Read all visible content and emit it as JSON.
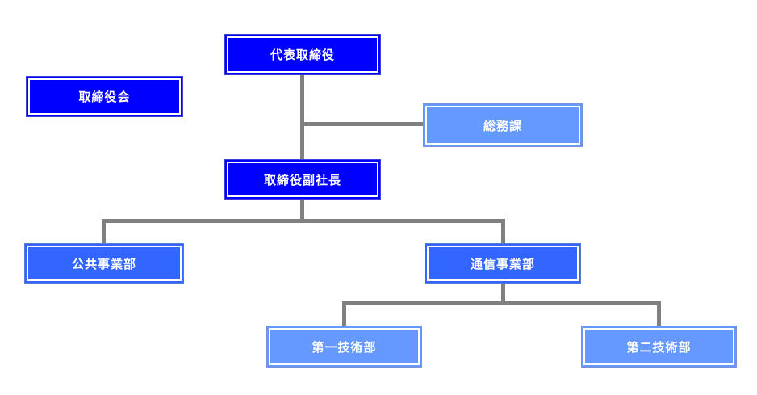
{
  "page": {
    "type": "organization-chart",
    "background": "#ffffff"
  },
  "colors": {
    "executive_box": "#0000ff",
    "division_box": "#3366ff",
    "section_box": "#6699ff",
    "box_text": "#ffffff",
    "box_inner_outline": "#ffffff",
    "connector_line": "#808080"
  },
  "nodes": {
    "president": {
      "label": "代表取締役",
      "level": "executive"
    },
    "board": {
      "label": "取締役会",
      "level": "executive"
    },
    "general_affairs": {
      "label": "総務課",
      "level": "section"
    },
    "vice_president": {
      "label": "取締役副社長",
      "level": "executive"
    },
    "public_works": {
      "label": "公共事業部",
      "level": "division"
    },
    "telecom": {
      "label": "通信事業部",
      "level": "division"
    },
    "tech1": {
      "label": "第一技術部",
      "level": "section"
    },
    "tech2": {
      "label": "第二技術部",
      "level": "section"
    }
  },
  "edges": [
    {
      "from": "代表取締役",
      "to": "取締役副社長"
    },
    {
      "from": "代表取締役",
      "to": "総務課"
    },
    {
      "from": "取締役副社長",
      "to": "公共事業部"
    },
    {
      "from": "取締役副社長",
      "to": "通信事業部"
    },
    {
      "from": "通信事業部",
      "to": "第一技術部"
    },
    {
      "from": "通信事業部",
      "to": "第二技術部"
    }
  ]
}
